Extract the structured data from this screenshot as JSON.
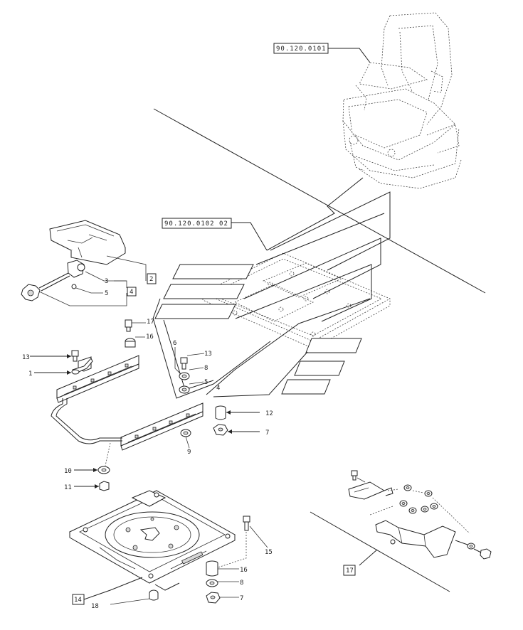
{
  "ref_codes": {
    "seat_assembly": "90.120.0101",
    "seat_mount": "90.120.0102 02"
  },
  "group_boxes": [
    "2",
    "4",
    "14",
    "17"
  ],
  "callouts": {
    "c3": "3",
    "c5": "5",
    "c17a": "17",
    "c16a": "16",
    "c13a": "13",
    "c1": "1",
    "c6": "6",
    "c13b": "13",
    "c8a": "8",
    "c5b": "5",
    "c4": "4",
    "c12": "12",
    "c7a": "7",
    "c9": "9",
    "c10": "10",
    "c11": "11",
    "c15": "15",
    "c16b": "16",
    "c8b": "8",
    "c7b": "7",
    "c18": "18"
  }
}
